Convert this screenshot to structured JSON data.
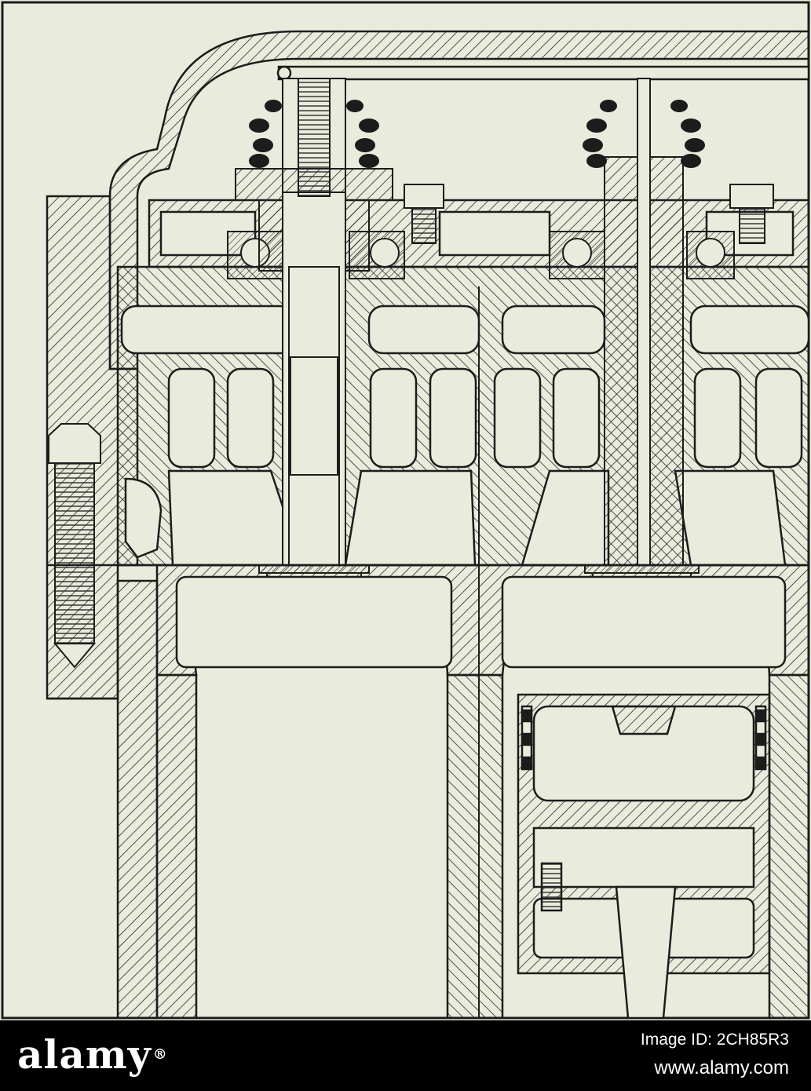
{
  "drawing": {
    "description_label": "sectional engineering drawing",
    "paper_color": "#e9ecdc",
    "ink_color": "#1c1c1c",
    "hatch_color": "#2a2a2a"
  },
  "watermark": {
    "logo_text": "alamy",
    "image_id": "Image ID: 2CH85R3",
    "url": "www.alamy.com",
    "background": "#000000",
    "text_color": "#ffffff"
  }
}
